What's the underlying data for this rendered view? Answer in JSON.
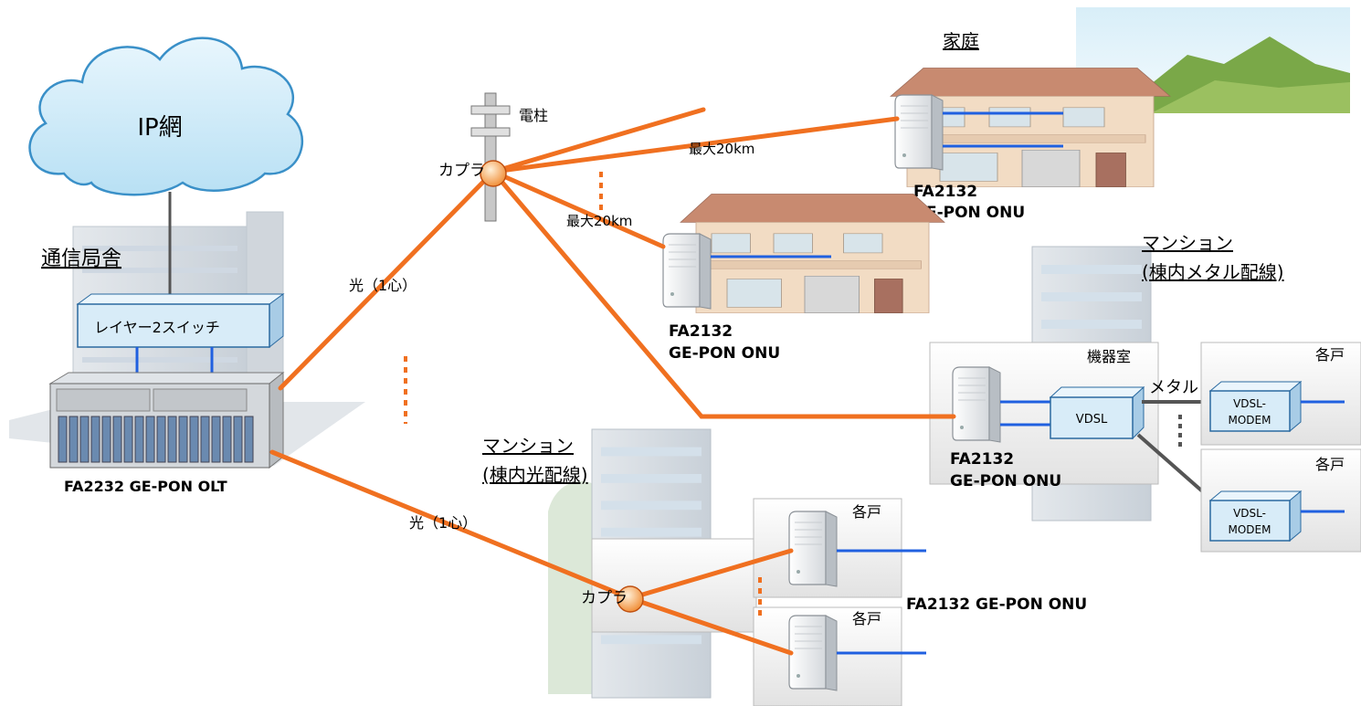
{
  "cloud": {
    "label": "IP網"
  },
  "office": {
    "title": "通信局舎",
    "switch_label": "レイヤー2スイッチ",
    "olt_label": "FA2232 GE-PON OLT"
  },
  "pole": {
    "label": "電柱",
    "coupler_label": "カプラ"
  },
  "links": {
    "fiber_upper": "光（1心）",
    "fiber_lower": "光（1心）",
    "max_dist_1": "最大20km",
    "max_dist_2": "最大20km"
  },
  "home1": {
    "title": "家庭",
    "onu_line1": "FA2132",
    "onu_line2": "GE-PON ONU"
  },
  "home2": {
    "onu_line1": "FA2132",
    "onu_line2": "GE-PON ONU"
  },
  "mansion_metal": {
    "title_line1": "マンション",
    "title_line2": "(棟内メタル配線)",
    "room_label": "機器室",
    "onu_line1": "FA2132",
    "onu_line2": "GE-PON ONU",
    "vdsl_label": "VDSL",
    "metal_label": "メタル",
    "unit_label_1": "各戸",
    "unit_label_2": "各戸",
    "modem_1_line1": "VDSL-",
    "modem_1_line2": "MODEM",
    "modem_2_line1": "VDSL-",
    "modem_2_line2": "MODEM"
  },
  "mansion_fiber": {
    "title_line1": "マンション",
    "title_line2": "(棟内光配線)",
    "coupler_label": "カプラ",
    "unit_label_1": "各戸",
    "unit_label_2": "各戸",
    "onu_label": "FA2132 GE-PON ONU"
  },
  "colors": {
    "fiber": "#f07020",
    "lan": "#2060e0",
    "metal": "#555555",
    "box_fill": "#d8ecf8",
    "box_stroke": "#2a6aa0"
  }
}
